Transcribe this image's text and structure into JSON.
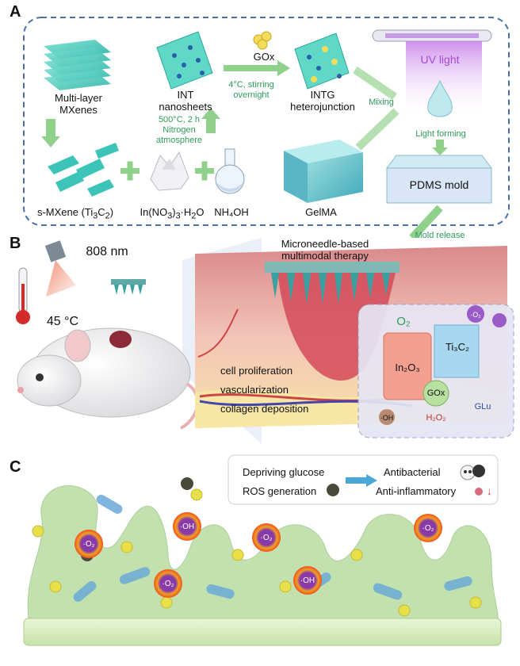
{
  "panel_a": {
    "letter": "A",
    "multilayer": "Multi-layer",
    "mxenes": "MXenes",
    "int_line1": "INT",
    "int_line2": "nanosheets",
    "cond1_line1": "500°C, 2 h",
    "cond1_line2": "Nitrogen",
    "cond1_line3": "atmosphere",
    "gox": "GOx",
    "cond2_line1": "4°C, stirring",
    "cond2_line2": "overnight",
    "intg_line1": "INTG",
    "intg_line2": "heterojunction",
    "mixing": "Mixing",
    "uv_light": "UV light",
    "light_forming": "Light forming",
    "smxene": "s-MXene (Ti",
    "smxene_sub": "3",
    "smxene_c": "C",
    "smxene_sub2": "2",
    "smxene_end": ")",
    "in_nitrate": "In(NO",
    "in_sub": "3",
    "in_paren": ")",
    "in_sub2": "3",
    "in_water": "·H",
    "in_sub3": "2",
    "in_o": "O",
    "nh4oh": "NH₄OH",
    "gelma": "GelMA",
    "pdms": "PDMS mold",
    "mold_release": "Mold release"
  },
  "panel_b": {
    "letter": "B",
    "wavelength": "808 nm",
    "temperature": "45 °C",
    "title_line1": "Microneedle-based",
    "title_line2": "multimodal therapy",
    "effect1": "cell proliferation",
    "effect2": "vascularization",
    "effect3": "collagen deposition",
    "o2": "O₂",
    "in2o3": "In₂O₃",
    "ti3c2": "Ti₃C₂",
    "gox": "GOx",
    "glu": "GLu",
    "h2o2": "H₂O₂",
    "oh": "·OH",
    "superoxide": "·O₂"
  },
  "panel_c": {
    "letter": "C",
    "cause1": "Depriving glucose",
    "cause2": "ROS generation",
    "effect1": "Antibacterial",
    "effect2": "Anti-inflammatory",
    "down_arrow": "↓",
    "oh": "·OH",
    "superoxide": "·O₂"
  },
  "colors": {
    "accent_green": "#2e9b5a",
    "mxene_teal": "#3cc4b8",
    "uv_purple": "#a04ad8",
    "tissue_pink": "#e89aa0",
    "biofilm_green": "#b8dca0"
  }
}
